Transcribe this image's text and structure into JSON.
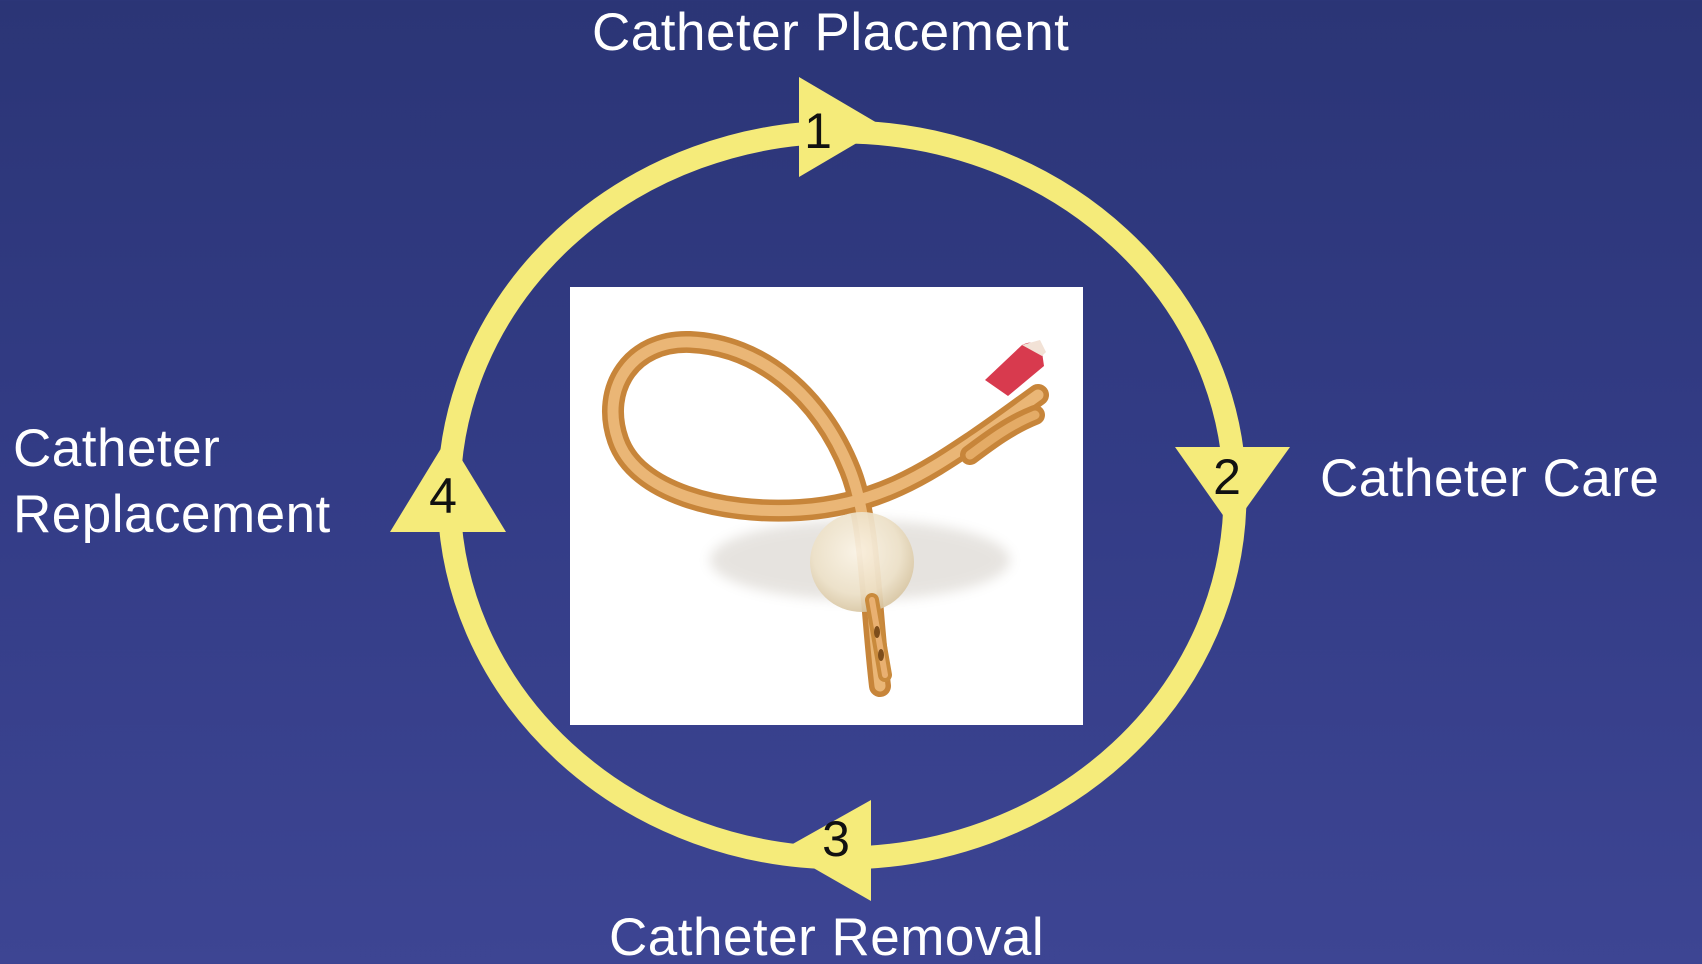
{
  "diagram": {
    "type": "cycle",
    "steps": [
      {
        "number": "1",
        "label": "Catheter Placement"
      },
      {
        "number": "2",
        "label": "Catheter Care"
      },
      {
        "number": "3",
        "label": "Catheter Removal"
      },
      {
        "number": "4",
        "label": "Catheter\nReplacement"
      }
    ]
  },
  "image": {
    "subject": "foley-catheter"
  },
  "colors": {
    "background": "#333c86",
    "ring": "#f5eb7a",
    "label_text": "#ffffff",
    "number_text": "#111111",
    "photo_background": "#ffffff"
  }
}
